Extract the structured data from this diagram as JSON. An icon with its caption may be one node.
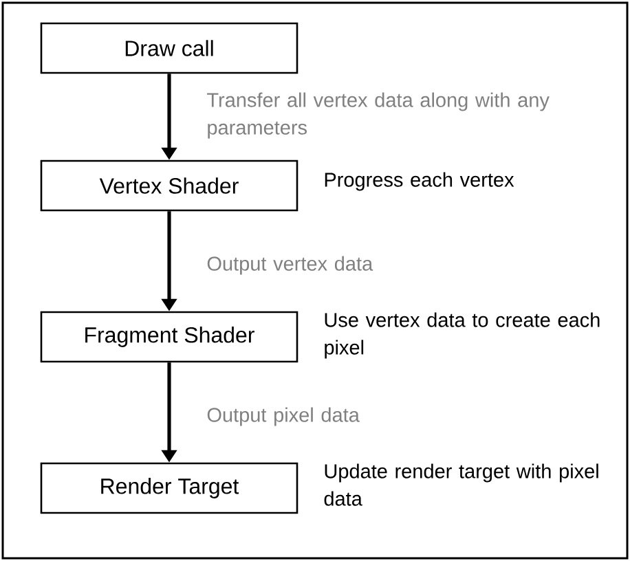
{
  "diagram": {
    "nodes": [
      {
        "text": [
          "Draw call"
        ]
      },
      {
        "text": [
          "Vertex Shader"
        ],
        "beside": [
          "Progress each vertex"
        ]
      },
      {
        "text": [
          "Fragment Shader"
        ],
        "beside": [
          "Use vertex data to create each pixel"
        ]
      },
      {
        "text": [
          "Render Target"
        ],
        "beside": [
          "Update render target with pixel data"
        ]
      }
    ],
    "edges": [
      {
        "from": 0,
        "to": 1,
        "arrow": "to",
        "label": "Transfer all vertex data along with any parameters"
      },
      {
        "from": 1,
        "to": 2,
        "arrow": "to",
        "label": "Output vertex data"
      },
      {
        "from": 2,
        "to": 3,
        "arrow": "to",
        "label": "Output pixel data"
      }
    ]
  }
}
